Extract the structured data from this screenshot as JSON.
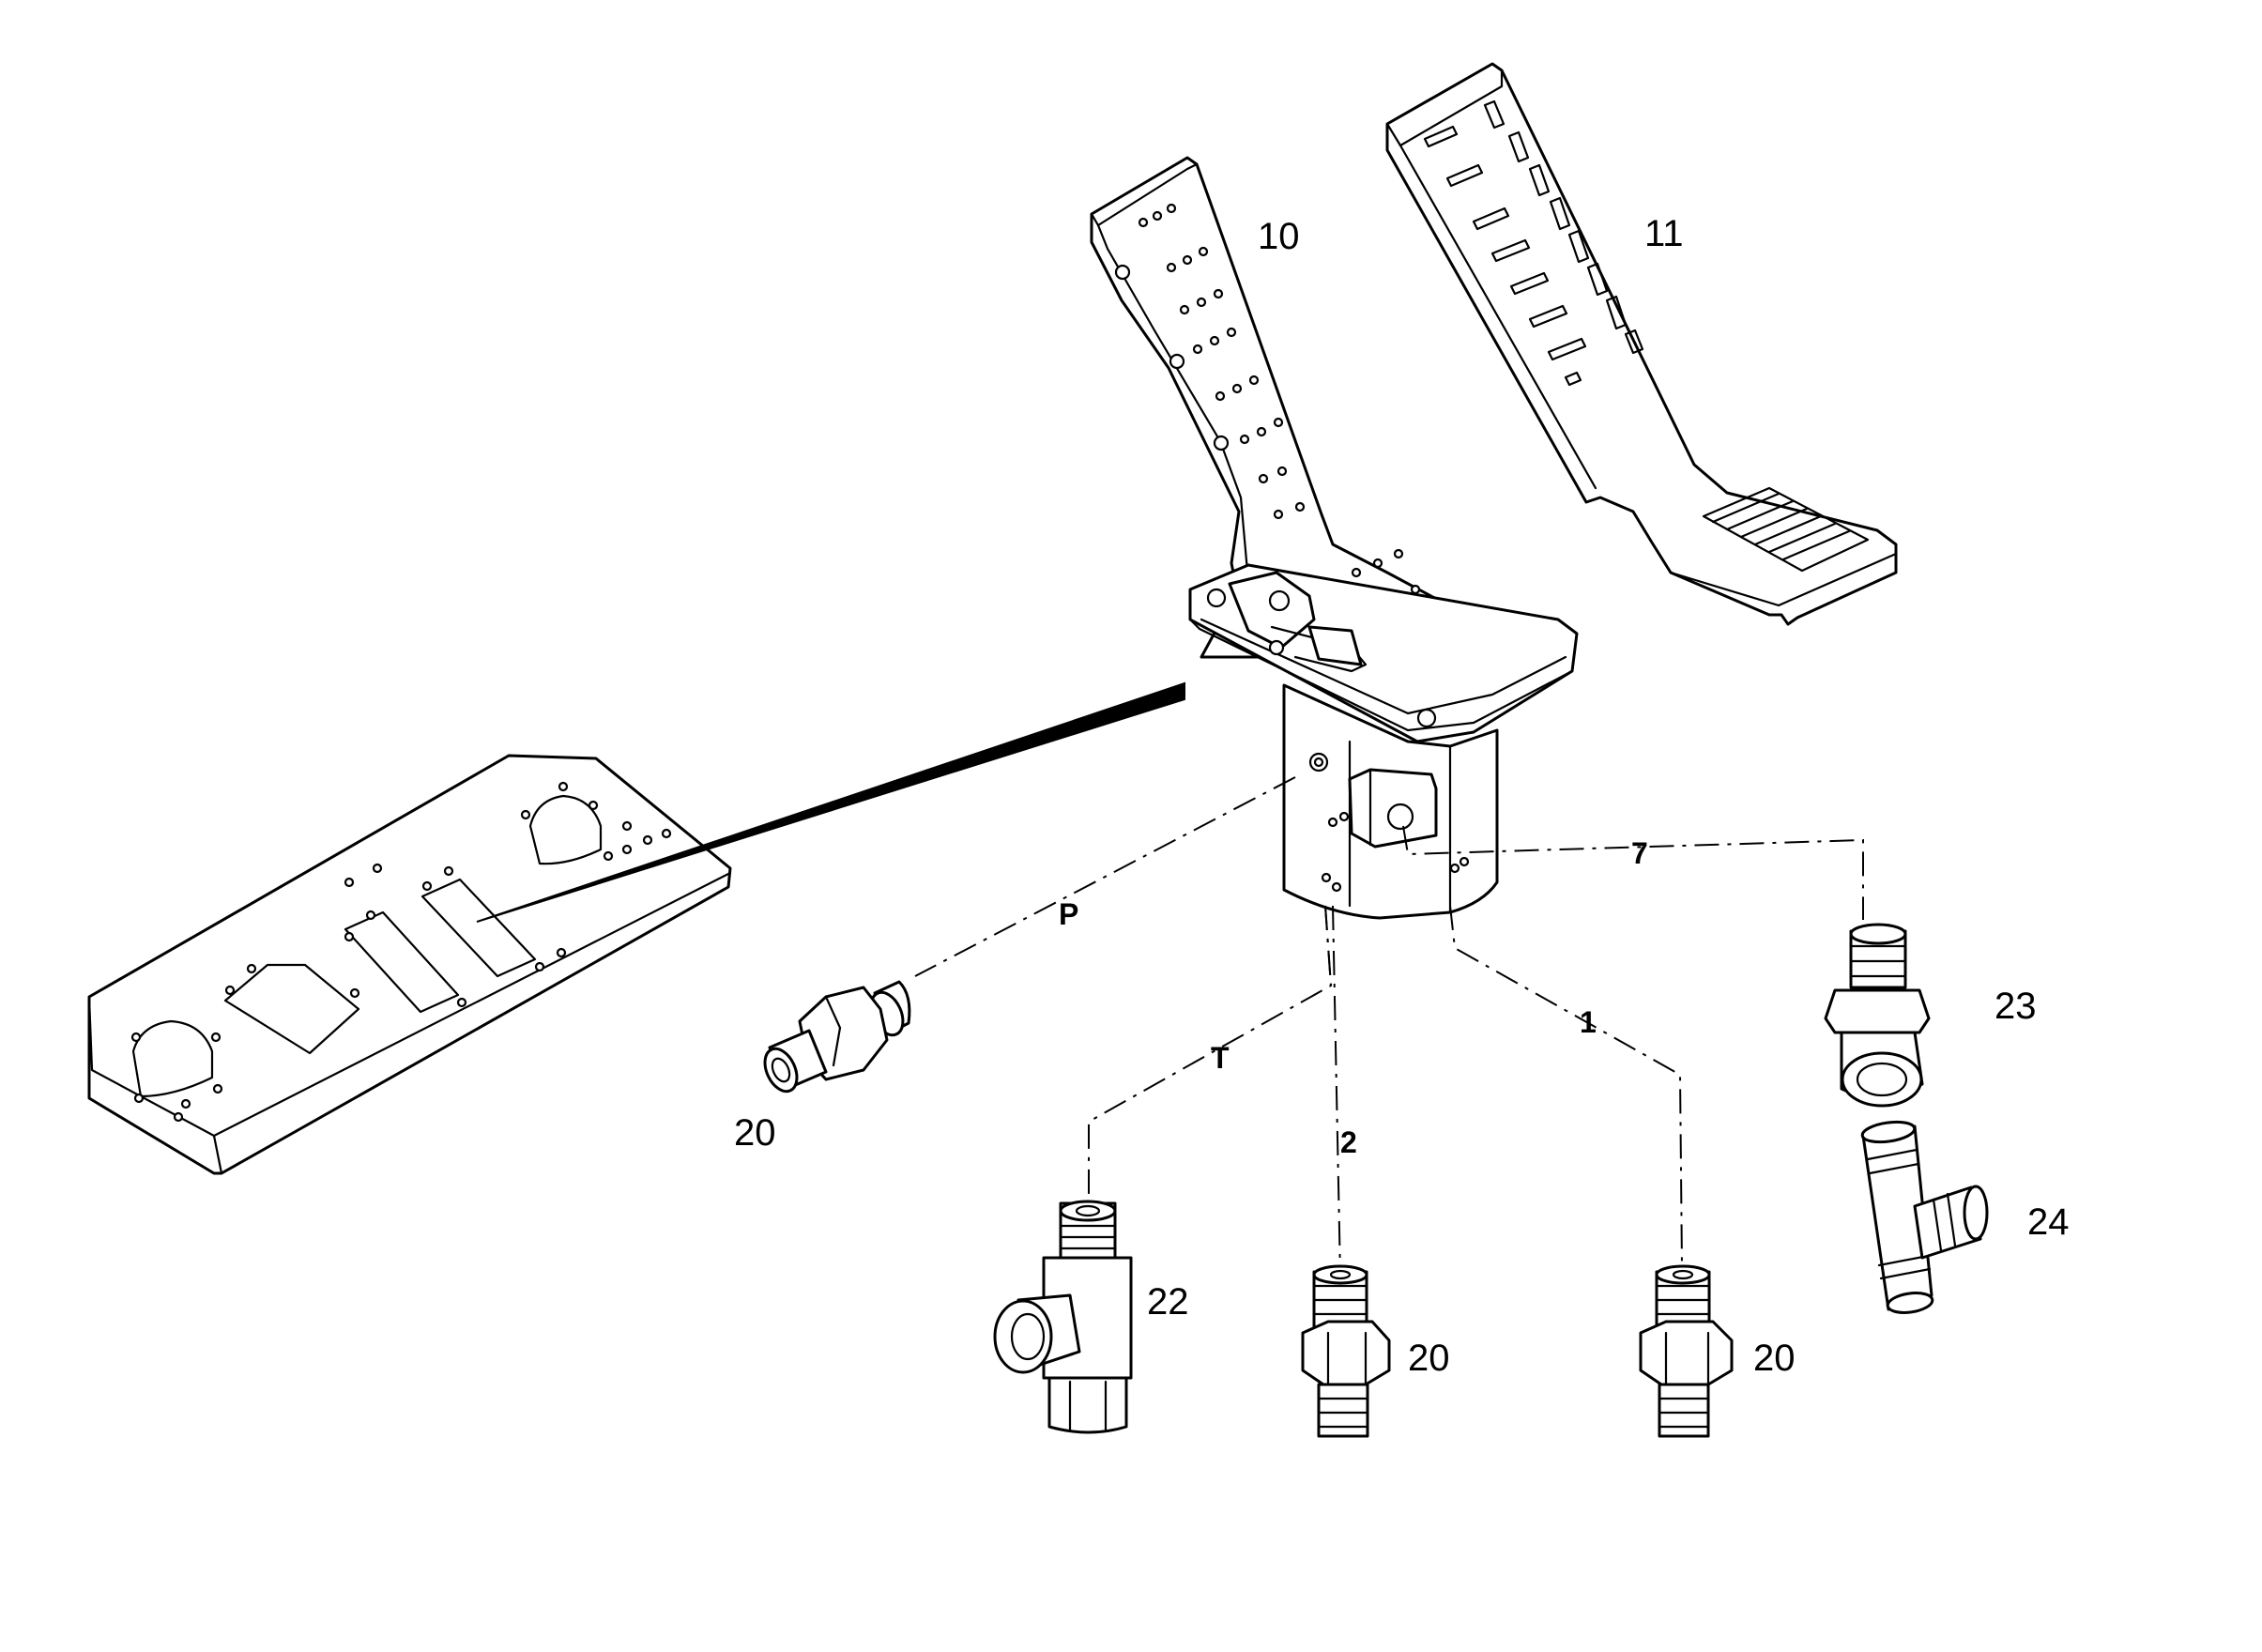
{
  "callouts": {
    "c10": "10",
    "c11": "11",
    "c20a": "20",
    "c20b": "20",
    "c20c": "20",
    "c22": "22",
    "c23": "23",
    "c24": "24"
  },
  "ports": {
    "p": "P",
    "t": "T",
    "two": "2",
    "one": "1",
    "seven": "7"
  },
  "colors": {
    "line": "#000000",
    "background": "#ffffff"
  }
}
